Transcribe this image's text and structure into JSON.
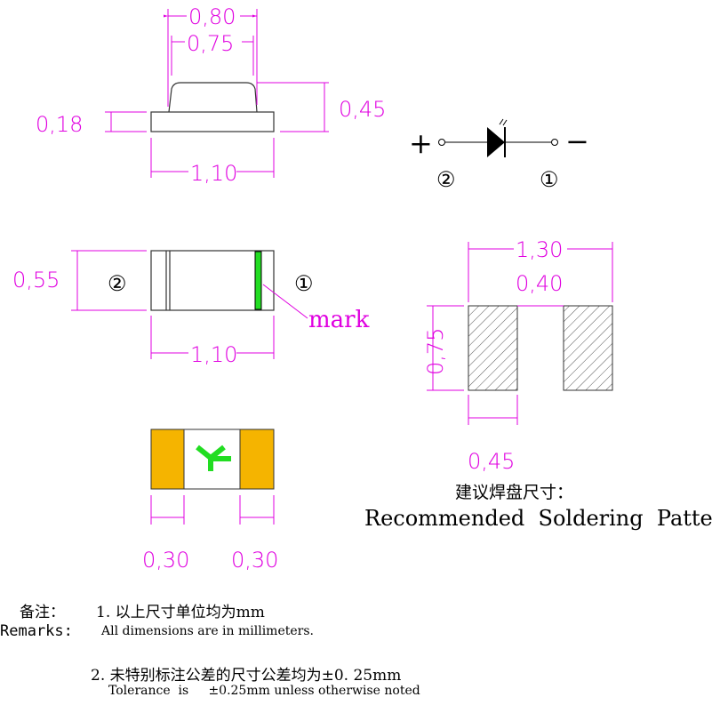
{
  "side_view": {
    "width_top_outer": "0,80",
    "width_top_inner": "0,75",
    "height_total": "0,45",
    "base_height": "0,18",
    "length": "1,10"
  },
  "symbol": {
    "plus": "+",
    "minus": "−",
    "anode_label": "②",
    "cathode_label": "①"
  },
  "top_view": {
    "height": "0,55",
    "left_label": "②",
    "right_label": "①",
    "mark_label": "mark",
    "length": "1,10"
  },
  "pad_pattern": {
    "total_width": "1,30",
    "gap": "0,40",
    "pad_height": "0,75",
    "pad_width": "0,45",
    "title_cn": "建议焊盘尺寸：",
    "title_en": "Recommended  Soldering  Pattern"
  },
  "bottom_view": {
    "left_pad": "0,30",
    "right_pad": "0,30"
  },
  "remarks": {
    "label_cn": "备注：",
    "label_en": "Remarks:",
    "note1_cn": "1. 以上尺寸单位均为mm",
    "note1_en": "All dimensions are in millimeters.",
    "note2_cn": "2. 未特别标注公差的尺寸公差均为±0. 25mm",
    "note2_en": "Tolerance  is     ±0.25mm unless otherwise noted"
  },
  "colors": {
    "dimension": "#e000e0",
    "mark_green": "#22dd22",
    "pad_orange": "#f5b400"
  }
}
